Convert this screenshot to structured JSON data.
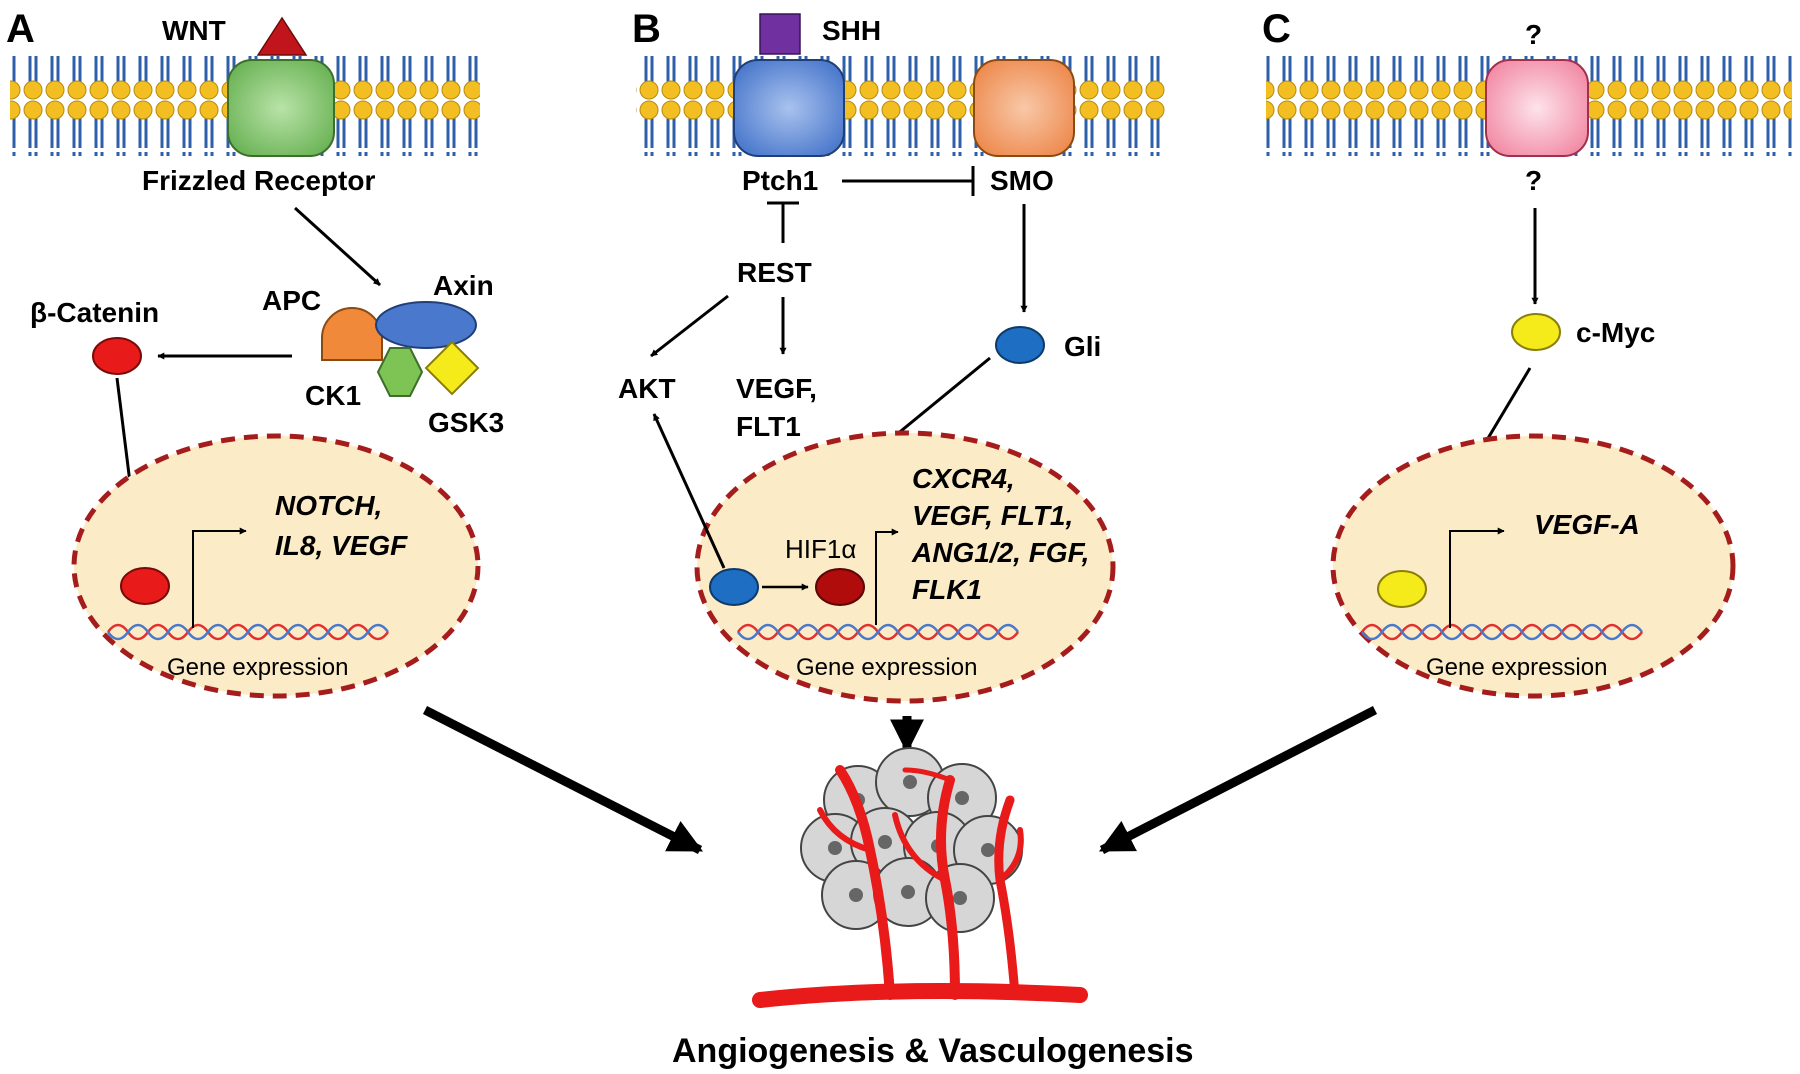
{
  "panels": {
    "a": {
      "letter": "A",
      "ligand": "WNT",
      "receptor": "Frizzled Receptor",
      "complex": {
        "apc": "APC",
        "axin": "Axin",
        "ck1": "CK1",
        "gsk3": "GSK3"
      },
      "effector": "β-Catenin",
      "targets": [
        "NOTCH,",
        "IL8, VEGF"
      ],
      "expression": "Gene expression"
    },
    "b": {
      "letter": "B",
      "ligand": "SHH",
      "receptor1": "Ptch1",
      "receptor2": "SMO",
      "rest": "REST",
      "akt": "AKT",
      "vegf_flt1": [
        "VEGF,",
        "FLT1"
      ],
      "gli": "Gli",
      "hif": "HIF1α",
      "targets": [
        "CXCR4,",
        "VEGF, FLT1,",
        "ANG1/2, FGF,",
        "FLK1"
      ],
      "expression": "Gene expression"
    },
    "c": {
      "letter": "C",
      "ligand_unknown": "?",
      "receptor_unknown": "?",
      "effector": "c-Myc",
      "targets": [
        "VEGF-A"
      ],
      "expression": "Gene expression"
    }
  },
  "outcome": "Angiogenesis & Vasculogenesis",
  "colors": {
    "membrane_head": "#F2BE22",
    "membrane_tail": "#2E5FA8",
    "frizzled": "#7DC46A",
    "ptch1": "#5B86D6",
    "smo": "#F0935A",
    "unknown_receptor": "#F48FA8",
    "wnt": "#C0161B",
    "shh": "#7030A0",
    "nucleus_fill": "#FBEBC6",
    "nucleus_border": "#A51C1C",
    "beta_catenin": "#E81A1A",
    "gli": "#1E6FC4",
    "hif1a": "#B00C0C",
    "cmyc": "#F5EA1A",
    "vessel": "#E81A1A"
  }
}
